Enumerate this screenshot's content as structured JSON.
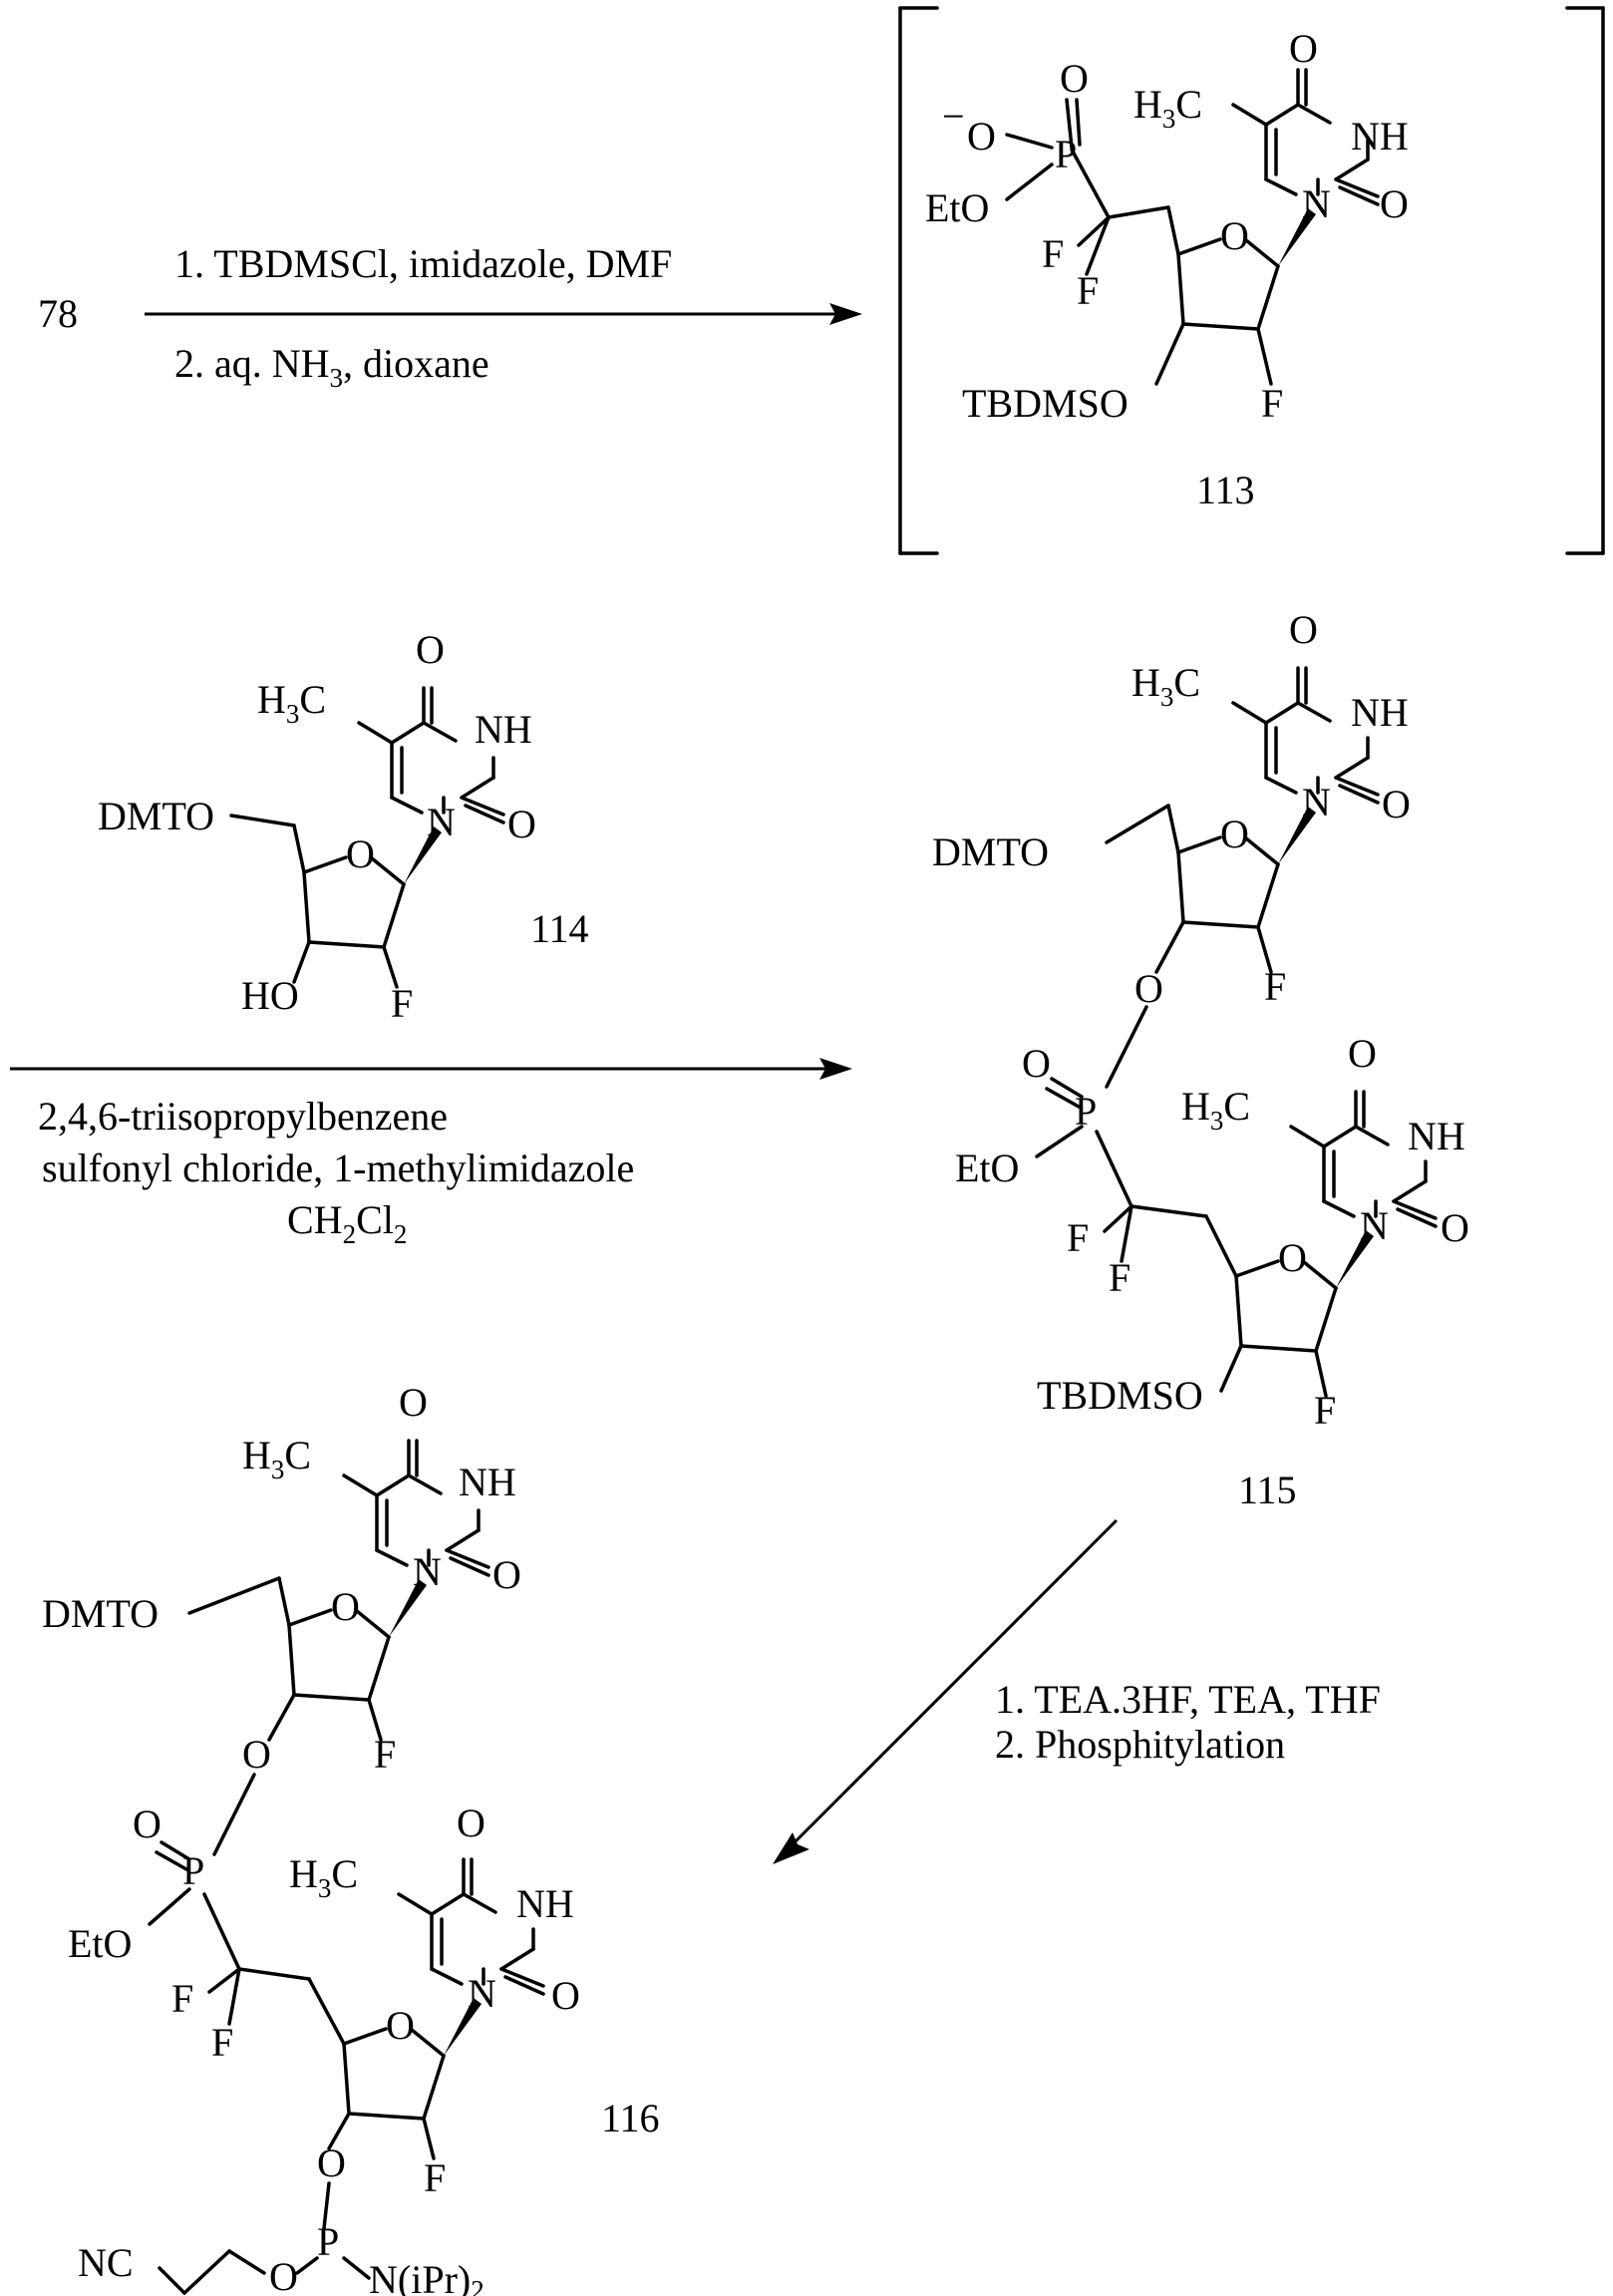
{
  "scheme": {
    "start_compound": "78",
    "compounds": {
      "c113": "113",
      "c114": "114",
      "c115": "115",
      "c116": "116"
    },
    "step1": {
      "conditions": [
        "1.  TBDMSCl, imidazole, DMF",
        "2.  aq. NH",
        "3",
        ", dioxane"
      ]
    },
    "step2": {
      "line1": "2,4,6-triisopropylbenzene",
      "line2": "sulfonyl chloride, 1-methylimidazole",
      "line3": [
        "CH",
        "2",
        "Cl",
        "2"
      ]
    },
    "step3": {
      "line1": "1.  TEA.3HF, TEA, THF",
      "line2": "2.  Phosphitylation"
    },
    "atoms": {
      "O": "O",
      "NH": "NH",
      "N": "N",
      "F": "F",
      "P": "P",
      "H3C": [
        "H",
        "3",
        "C"
      ],
      "EtO": "EtO",
      "EtO_minus": "−",
      "TBDMSO": "TBDMSO",
      "DMTO": "DMTO",
      "HO": "HO",
      "NC": "NC",
      "NiPr2": [
        "N(iPr)",
        "2"
      ]
    }
  }
}
